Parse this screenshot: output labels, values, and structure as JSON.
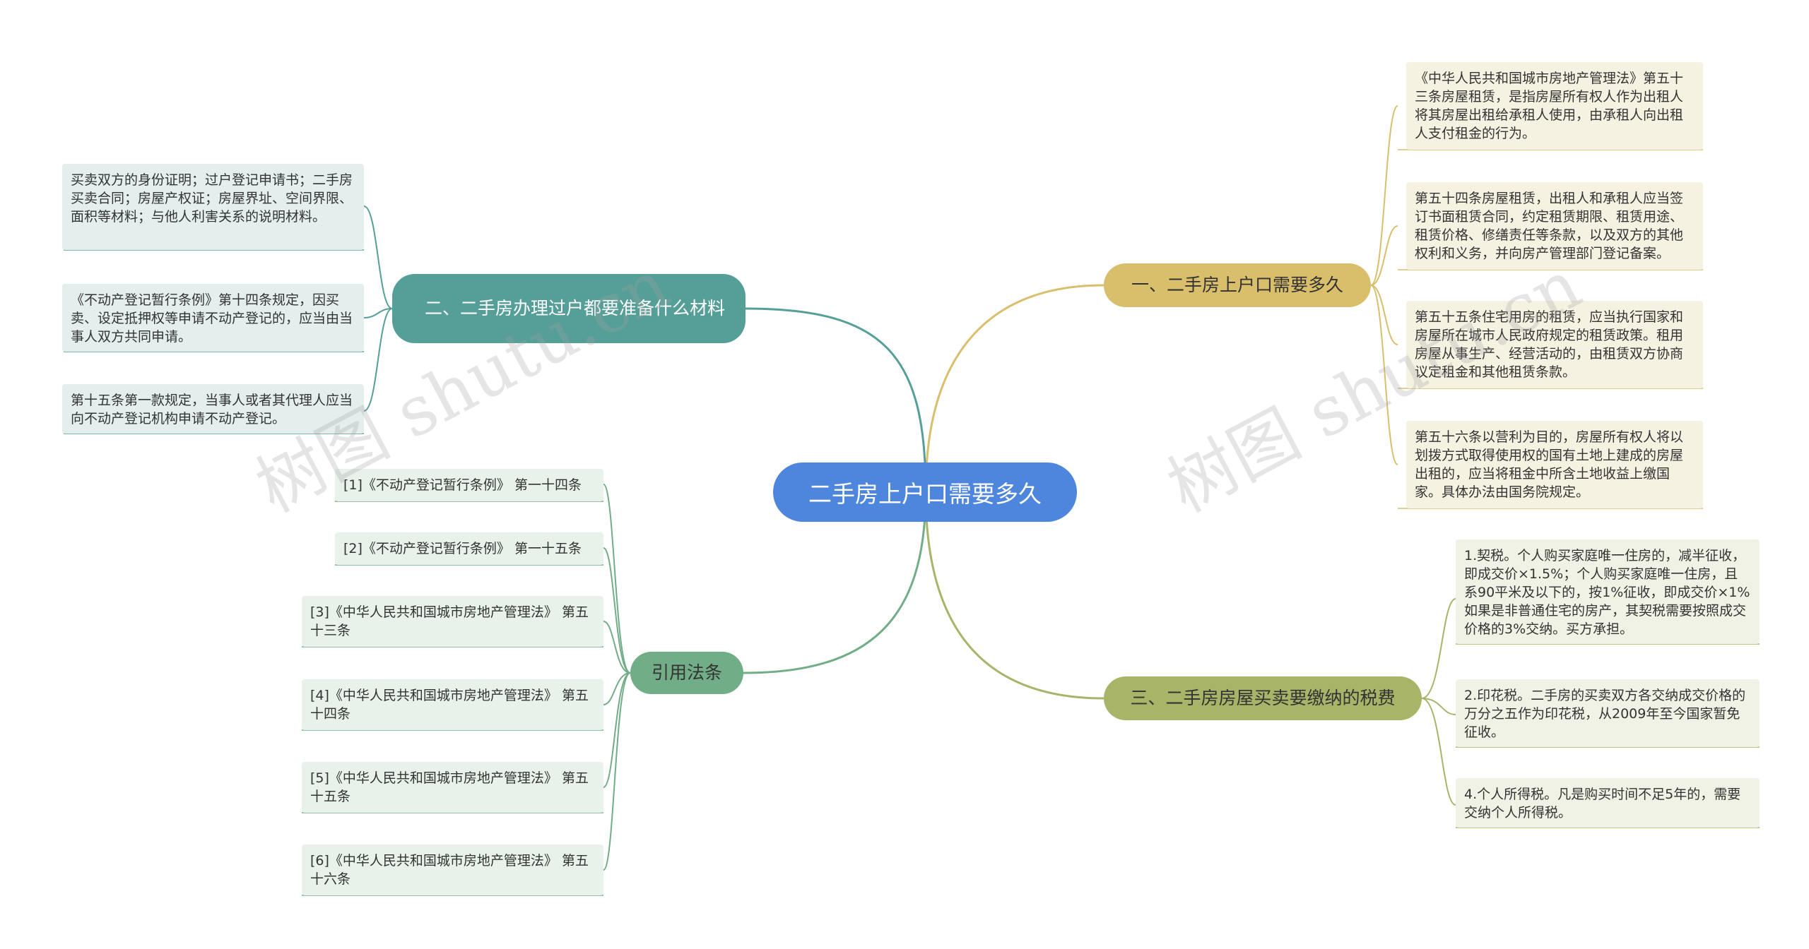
{
  "root": {
    "label": "二手房上户口需要多久"
  },
  "branches": [
    {
      "label": "一、二手房上户口需要多久",
      "color": "#d9bf6b",
      "leaves": [
        "《中华人民共和国城市房地产管理法》第五十三条房屋租赁，是指房屋所有权人作为出租人将其房屋出租给承租人使用，由承租人向出租人支付租金的行为。",
        "第五十四条房屋租赁，出租人和承租人应当签订书面租赁合同，约定租赁期限、租赁用途、租赁价格、修缮责任等条款，以及双方的其他权利和义务，并向房产管理部门登记备案。",
        "第五十五条住宅用房的租赁，应当执行国家和房屋所在城市人民政府规定的租赁政策。租用房屋从事生产、经营活动的，由租赁双方协商议定租金和其他租赁条款。",
        "第五十六条以营利为目的，房屋所有权人将以划拨方式取得使用权的国有土地上建成的房屋出租的，应当将租金中所含土地收益上缴国家。具体办法由国务院规定。"
      ]
    },
    {
      "label": "二、二手房办理过户都要准备什么材料",
      "color": "#559f98",
      "leaves": [
        "买卖双方的身份证明；过户登记申请书；二手房买卖合同；房屋产权证；房屋界址、空间界限、面积等材料；与他人利害关系的说明材料。",
        "《不动产登记暂行条例》第十四条规定，因买卖、设定抵押权等申请不动产登记的，应当由当事人双方共同申请。",
        "第十五条第一款规定，当事人或者其代理人应当向不动产登记机构申请不动产登记。"
      ]
    },
    {
      "label": "三、二手房房屋买卖要缴纳的税费",
      "color": "#a8b468",
      "leaves": [
        "1.契税。个人购买家庭唯一住房的，减半征收，即成交价×1.5%；个人购买家庭唯一住房，且系90平米及以下的，按1%征收，即成交价×1% 如果是非普通住宅的房产，其契税需要按照成交价格的3%交纳。买方承担。",
        "2.印花税。二手房的买卖双方各交纳成交价格的万分之五作为印花税，从2009年至今国家暂免征收。",
        "4.个人所得税。凡是购买时间不足5年的，需要交纳个人所得税。"
      ]
    },
    {
      "label": "引用法条",
      "color": "#71ad86",
      "leaves": [
        "[1]《不动产登记暂行条例》 第一十四条",
        "[2]《不动产登记暂行条例》 第一十五条",
        "[3]《中华人民共和国城市房地产管理法》 第五十三条",
        "[4]《中华人民共和国城市房地产管理法》 第五十四条",
        "[5]《中华人民共和国城市房地产管理法》 第五十五条",
        "[6]《中华人民共和国城市房地产管理法》 第五十六条"
      ]
    }
  ],
  "watermark": "树图 shutu.cn"
}
